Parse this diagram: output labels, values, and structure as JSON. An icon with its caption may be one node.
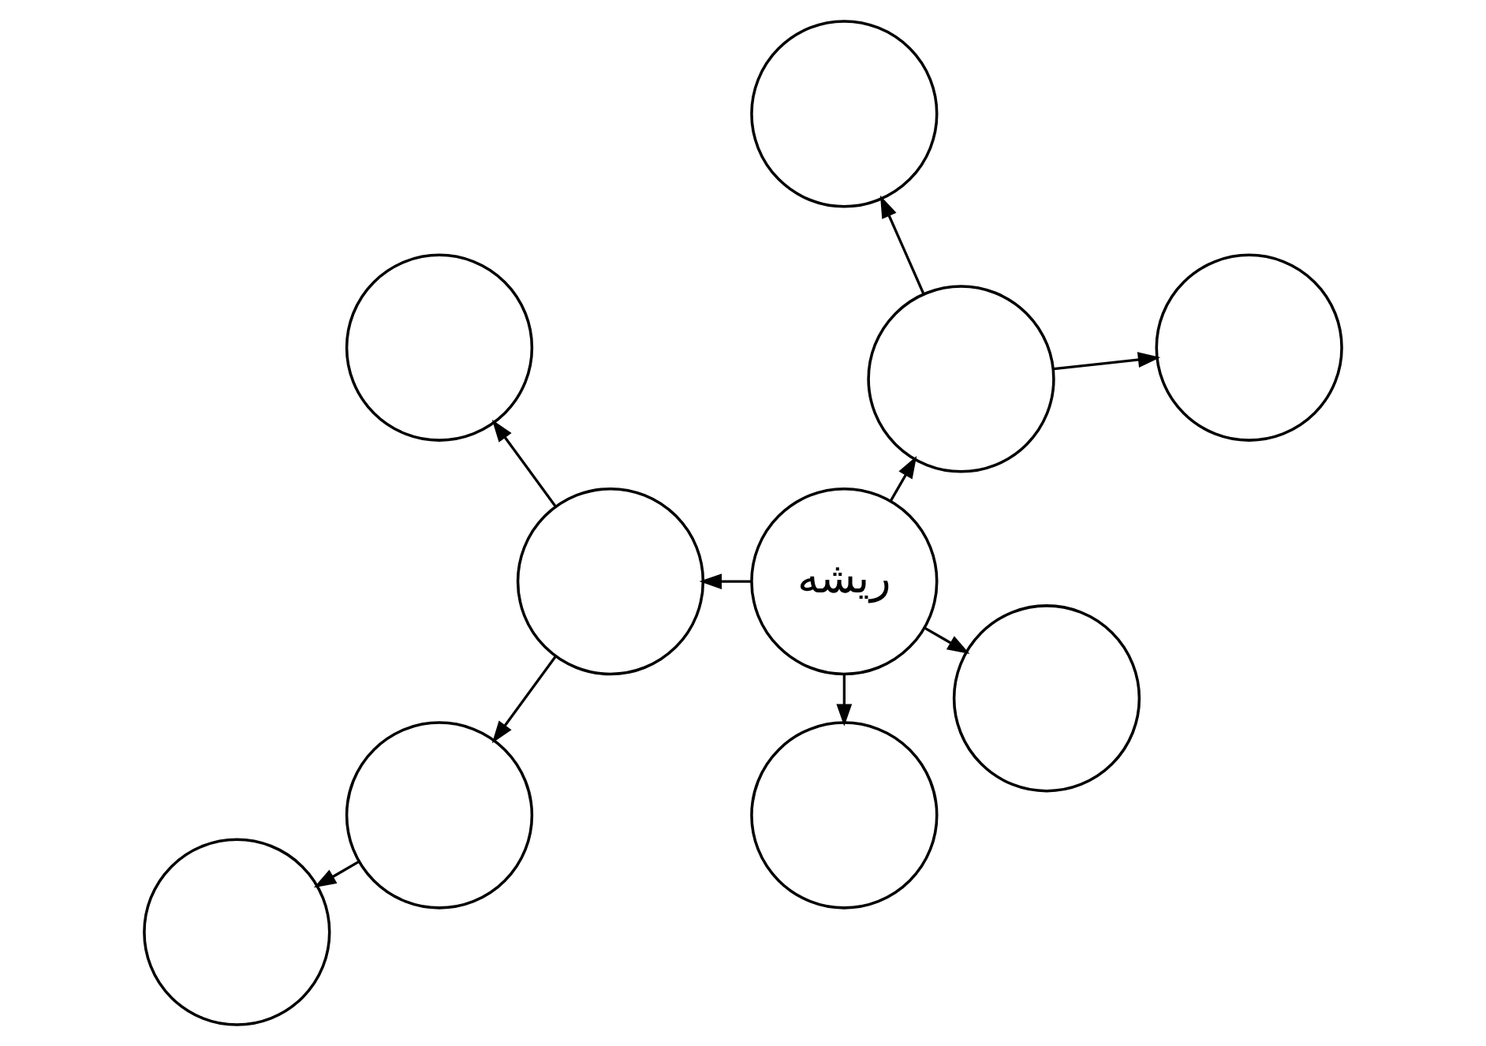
{
  "diagram": {
    "nodes": [
      {
        "text": [],
        "shape": "circle"
      },
      {
        "text": [],
        "shape": "circle"
      },
      {
        "text": [],
        "shape": "circle"
      },
      {
        "text": [],
        "shape": "circle"
      },
      {
        "text": [],
        "shape": "circle"
      },
      {
        "text": [],
        "shape": "circle"
      },
      {
        "text": [
          "ریشه"
        ]
      },
      {
        "text": [],
        "shape": "circle"
      },
      {
        "text": [],
        "shape": "circle"
      },
      {
        "text": [],
        "shape": "circle"
      }
    ],
    "edges": [
      {
        "from": 6,
        "to": 2,
        "arrow": "to"
      },
      {
        "from": 6,
        "to": 3,
        "arrow": "to"
      },
      {
        "from": 6,
        "to": 8,
        "arrow": "to"
      },
      {
        "from": 6,
        "to": 9,
        "arrow": "to"
      },
      {
        "from": 2,
        "to": 0,
        "arrow": "to"
      },
      {
        "from": 2,
        "to": 4,
        "arrow": "to"
      },
      {
        "from": 3,
        "to": 1,
        "arrow": "to"
      },
      {
        "from": 3,
        "to": 5,
        "arrow": "to"
      },
      {
        "from": 5,
        "to": 7,
        "arrow": "to"
      }
    ]
  }
}
